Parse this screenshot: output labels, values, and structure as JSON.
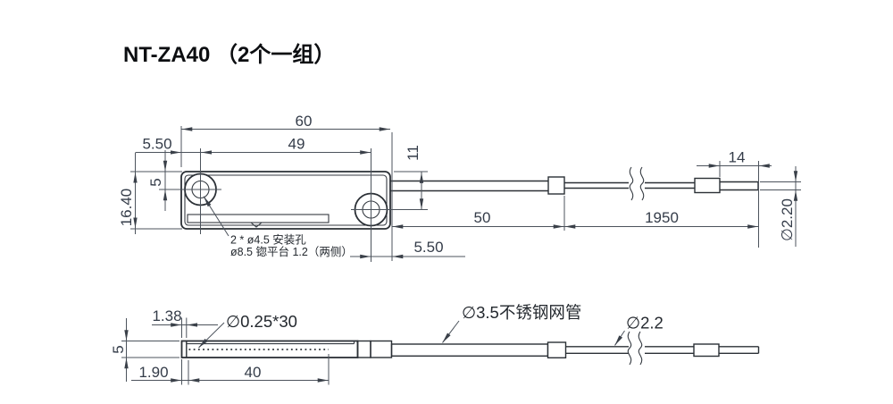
{
  "title": "NT-ZA40 （2个一组）",
  "top_view": {
    "dims": {
      "overall_width": "60",
      "hole_spacing": "49",
      "hole1_offset_left": "5.50",
      "hole1_offset_top": "5",
      "body_height": "16.40",
      "hole2_offset_top": "11",
      "hole2_offset_right": "5.50",
      "sleeve_length": "50",
      "cable_length": "1950",
      "tip_length": "14",
      "tip_diameter": "∅2.20"
    },
    "note": {
      "line1": "2 * ø4.5 安装孔",
      "line2": "ø8.5 锪平台 1.2（两侧）"
    }
  },
  "side_view": {
    "dims": {
      "end_cap": "1.38",
      "bar_height": "5",
      "lead_in": "1.90",
      "window_length": "40"
    },
    "labels": {
      "fiber": "∅0.25*30",
      "mesh_tube": "∅3.5不锈钢网管",
      "cable": "∅2.2"
    }
  }
}
